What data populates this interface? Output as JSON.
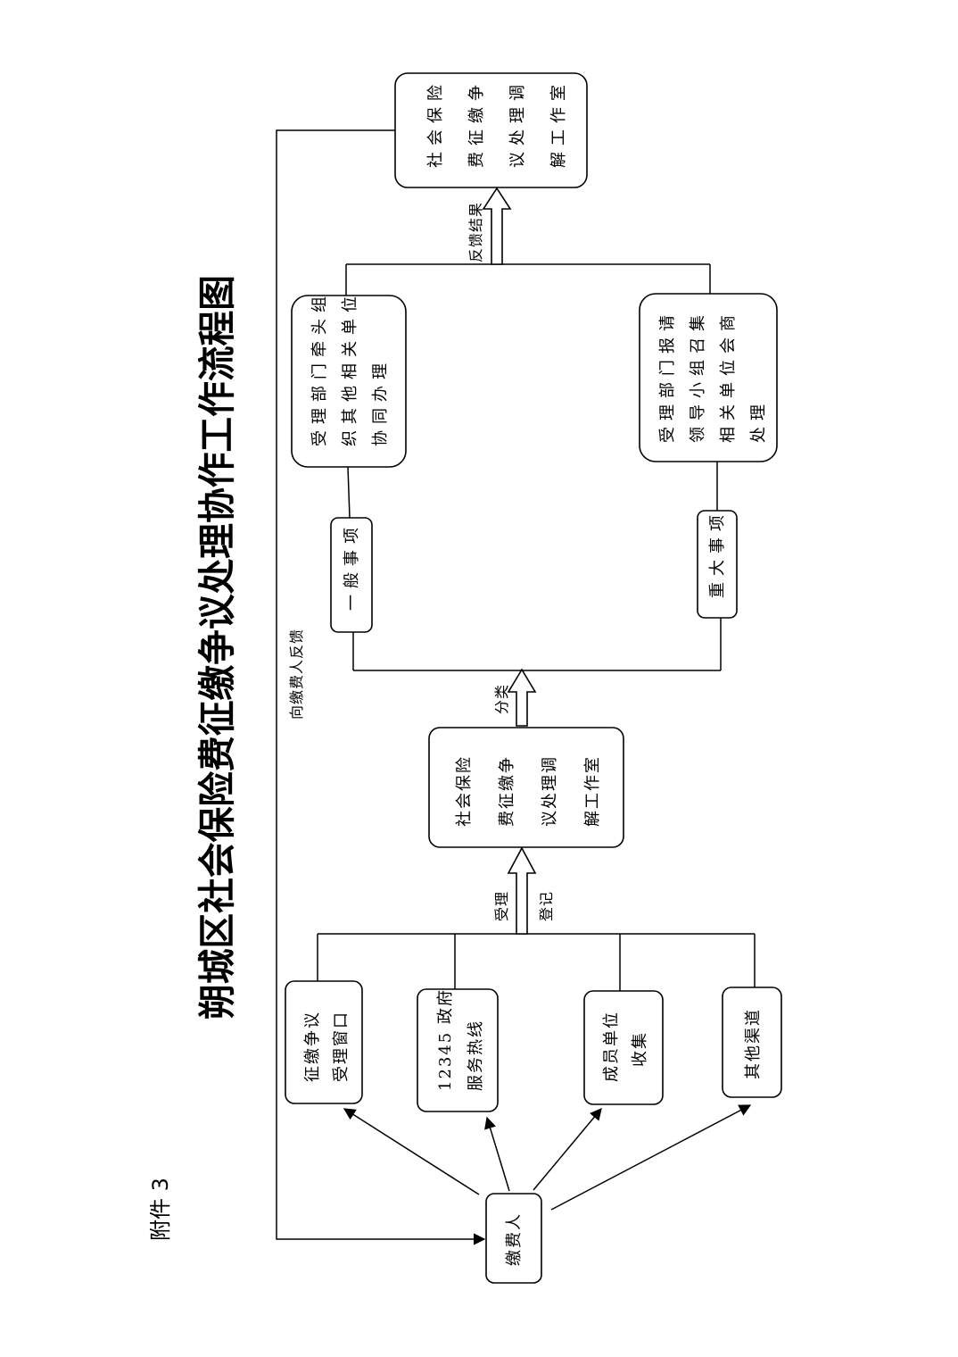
{
  "attachment": "附件 3",
  "title": "朔城区社会保险费征缴争议处理协作工作流程图",
  "nodes": {
    "payer": "缴费人",
    "channel_window": [
      "征缴争议",
      "受理窗口"
    ],
    "channel_hotline": [
      "12345 政府",
      "服务热线"
    ],
    "channel_member": [
      "成员单位",
      "收集"
    ],
    "channel_other": [
      "其他渠道"
    ],
    "office_intake": [
      "社会保险",
      "费征缴争",
      "议处理调",
      "解工作室"
    ],
    "general_matter": "一般事项",
    "major_matter": "重大事项",
    "general_handling": [
      "受理部门牵头组",
      "织其他相关单位",
      "协同办理"
    ],
    "major_handling": [
      "受理部门报请",
      "领导小组召集",
      "相关单位会商",
      "处理"
    ],
    "office_result": [
      "社会保险",
      "费征缴争",
      "议处理调",
      "解工作室"
    ]
  },
  "edge_labels": {
    "accept": "受理",
    "register": "登记",
    "classify": "分类",
    "feedback_result": "反馈结果",
    "feedback_payer": "向缴费人反馈"
  }
}
